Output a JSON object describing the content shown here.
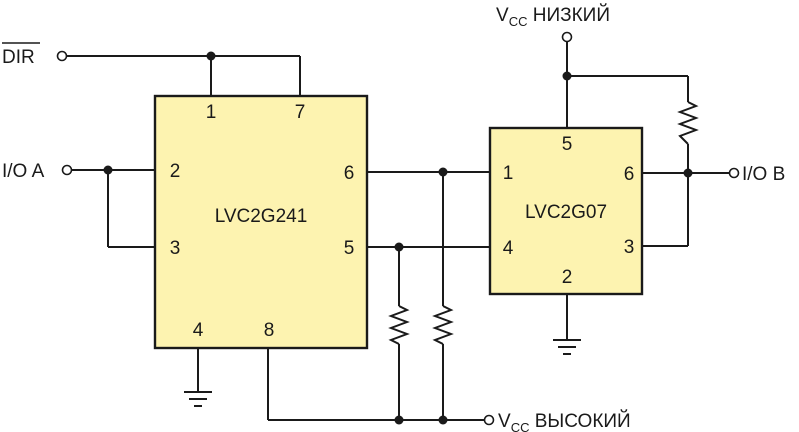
{
  "labels": {
    "dir": "DIR",
    "io_a": "I/O A",
    "io_b": "I/O B",
    "vcc_low_v": "V",
    "vcc_low_sub": "CC",
    "vcc_low_word": " НИЗКИЙ",
    "vcc_high_v": "V",
    "vcc_high_sub": "CC",
    "vcc_high_word": " ВЫСОКИЙ"
  },
  "chip1": {
    "name": "LVC2G241",
    "pins": {
      "p1": "1",
      "p2": "2",
      "p3": "3",
      "p4": "4",
      "p5": "5",
      "p6": "6",
      "p7": "7",
      "p8": "8"
    }
  },
  "chip2": {
    "name": "LVC2G07",
    "pins": {
      "p1": "1",
      "p2": "2",
      "p3": "3",
      "p4": "4",
      "p5": "5",
      "p6": "6"
    }
  },
  "colors": {
    "chip_fill": "#fdf3b0",
    "line": "#1a1a1a"
  }
}
